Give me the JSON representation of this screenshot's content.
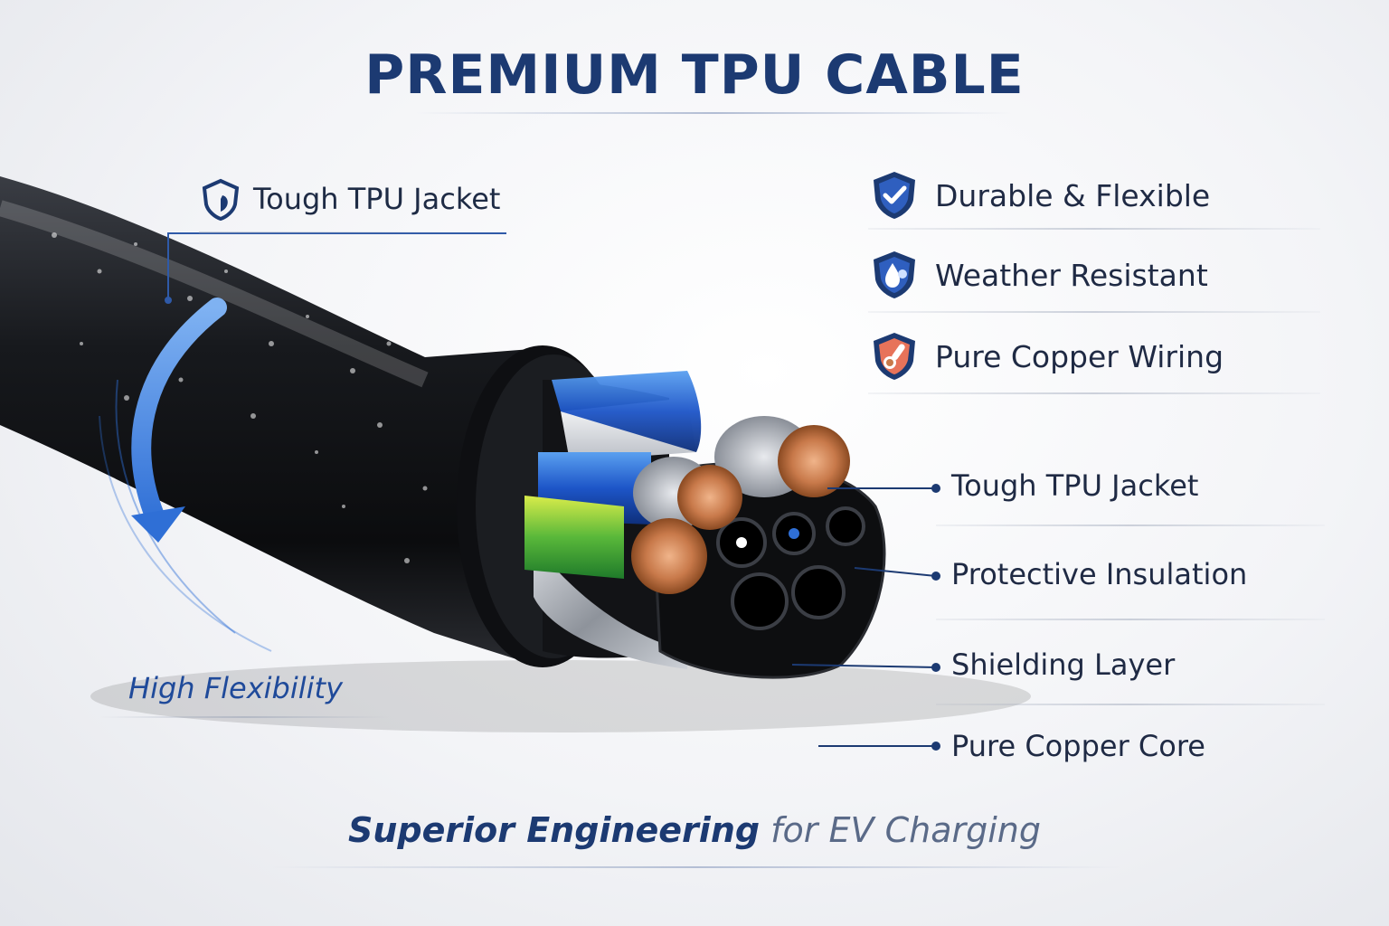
{
  "title": "PREMIUM TPU CABLE",
  "left_callouts": {
    "jacket_label": "Tough TPU Jacket",
    "flex_label": "High Flexibility"
  },
  "features": [
    {
      "label": "Durable & Flexible",
      "icon": "shield-check-icon"
    },
    {
      "label": "Weather Resistant",
      "icon": "shield-droplet-icon"
    },
    {
      "label": "Pure Copper Wiring",
      "icon": "shield-thermometer-icon"
    }
  ],
  "components": [
    {
      "label": "Tough TPU Jacket"
    },
    {
      "label": "Protective Insulation"
    },
    {
      "label": "Shielding Layer"
    },
    {
      "label": "Pure Copper Core"
    }
  ],
  "footer": {
    "strong": "Superior Engineering",
    "light": "for EV Charging"
  },
  "colors": {
    "brand_navy": "#1c3a72",
    "accent_blue": "#2f6fd6",
    "copper": "#c8794a",
    "jacket_black": "#15171b"
  }
}
